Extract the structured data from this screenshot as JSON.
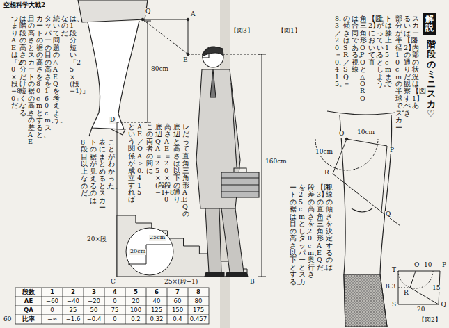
{
  "diagram": {
    "title": "階段のミニスカ♡",
    "nodes": [
      {
        "text": [
          "解説"
        ]
      }
    ],
    "labels": [
      "空想科学大戦2",
      "60",
      "は、1段分短い「25×(段−1)」",
      "なのだ。",
      "続いて、問題の△AEQを考えよう。",
      "タッパーの目の高さを160cm、ス",
      "カートの裾の高さを80cmとすると、",
      "目の高さとスカートの裾の高さの差AE",
      "は、階段の高さの分だけ短くなる。",
      "つまりAEは「20×段−80」だ。",
      "レだって直角三角形AEQの",
      "底辺と高さは以下の通り。",
      "高さ AE＝20×段−80",
      "底辺 QA＝25×(段−1)",
      "この両者の間に",
      "AE／QA＞0.415",
      "という関係が成立すれば",
      "ことがわかった。",
      "表にまとめると、スカー",
      "トの裾が見えるのは",
      "8段目以上なのだ。",
      "【図3】",
      "A",
      "Q",
      "E",
      "80cm",
      "D",
      "20×段",
      "C",
      "B",
      "160cm",
      "25×(段−1)",
      "20cm",
      "25cm",
      "スカート内部の状況は【図1】あ",
      "るいは【図2】の通りだ。観察すべき",
      "部分が半径10cmの半球で、スカー",
      "トは膝上15cmまで",
      "上がっているとしよう。",
      "【図2】において、直",
      "角三角形OPQと△ORQ",
      "は合同である。視線",
      "の傾きはSR／SQ＝",
      "8.3／20＝0.415。",
      "視線の傾きを決定するのは",
      "【図3】の直角三角形AEQだ。",
      "段差の高さを20cm、奥行き",
      "を25cmとし、タッパーとスカ",
      "ートの裾は目の高さ以下とする。",
      "【図1】",
      "O",
      "10cm",
      "10cm",
      "P",
      "R",
      "Q",
      "【図2】",
      "T",
      "O",
      "10",
      "P",
      "R",
      "8.3",
      "15",
      "S",
      "20",
      "Q",
      "段数",
      "1",
      "2",
      "3",
      "4",
      "5",
      "6",
      "7",
      "8",
      "AE",
      "−60",
      "−40",
      "−20",
      "0",
      "20",
      "40",
      "60",
      "80",
      "QA",
      "0",
      "25",
      "50",
      "75",
      "100",
      "125",
      "150",
      "175",
      "比率",
      "−∞",
      "−1.6",
      "−0.4",
      "0",
      "0.2",
      "0.32",
      "0.4",
      "0.457"
    ]
  }
}
